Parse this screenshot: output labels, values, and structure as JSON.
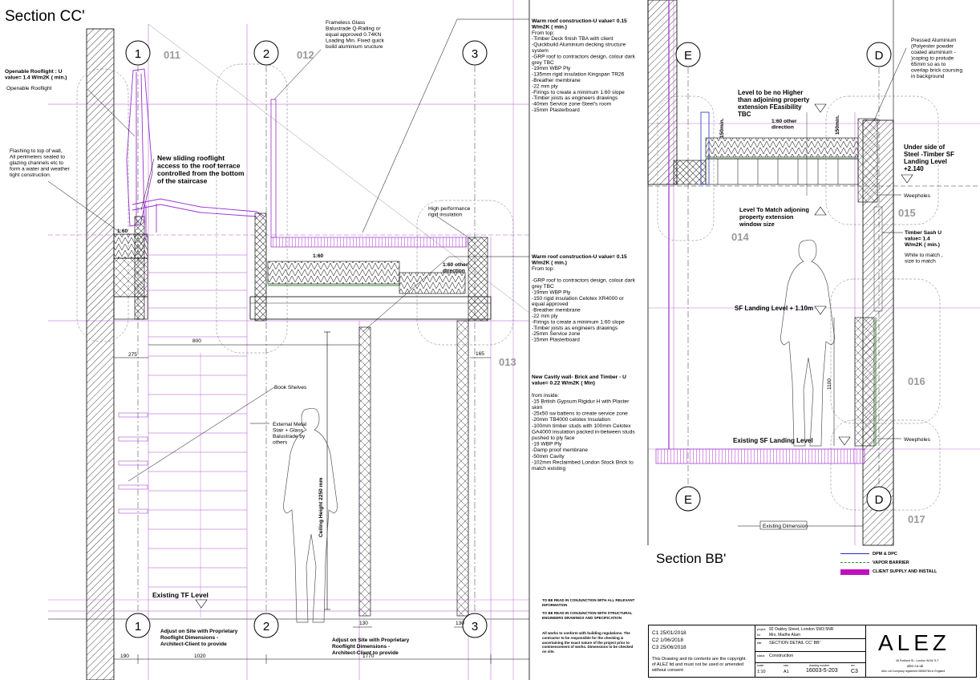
{
  "sections": {
    "cc_title": "Section CC'",
    "bb_title": "Section BB'"
  },
  "grids": {
    "g1": "1",
    "g2": "2",
    "g3": "3",
    "gE": "E",
    "gD": "D"
  },
  "rooms": {
    "r011": "011",
    "r012": "012",
    "r013": "013",
    "r014": "014",
    "r015": "015",
    "r016": "016",
    "r017": "017"
  },
  "notes": {
    "openable_u": [
      "Openable Rooflight : U",
      "value= 1.4 W/m2K ( min.)"
    ],
    "openable_rooflight": "Openable Rooflight",
    "flashing": [
      "Flashing  to top of wall,",
      "All perimeters sealed to",
      "glazing channels etc to",
      "form a water and weather",
      "tight construction."
    ],
    "sliding": [
      "New sliding rooflight",
      "access to the roof terrace",
      "controlled from the bottom",
      "of the staircase"
    ],
    "balustrade": [
      "Frameless Glass",
      "Balustrade Q-Railing or",
      "equal approved 0.74KN",
      "Loading Min. Fixed quick",
      "build  aluminium sructure"
    ],
    "warm_roof_1": [
      "Warm roof construction-U value= 0.15",
      "W/m2K ( min.)",
      "From top:",
      "-Timber Deck finish TBA with client",
      "-Quickbuild Aluminium decking structure",
      "system",
      "-GRP roof to contractors design, colour dark",
      "grey TBC",
      "-19mm WBP Ply",
      "-135mm rigid insulation Kingspan TR26",
      "-Breather membrane",
      "-22 mm ply",
      "-Firings to create a minimum 1:60 slope",
      "-Timber joists as engineers drawings",
      "-40mm Service zone-Steel's room",
      "-15mm Plasterboard"
    ],
    "high_perf": [
      "High performance",
      "rigid insulation"
    ],
    "slope_160": "1:60",
    "slope_other_a": [
      "1:60 other",
      "direction"
    ],
    "warm_roof_2": [
      "Warm roof construction-U value= 0.15",
      "W/m2K ( min.)",
      "From top:",
      "",
      "-GRP roof to contractors design, colour dark",
      "grey TBC",
      "-19mm WBP Ply",
      "-150 rigid insulation Celotex XR4000 or",
      "equal approved",
      "-Breather membrane",
      "-22 mm ply",
      "-Firings to create a minimum 1:60 slope",
      "-Timber joists as engineers drawings",
      "-25mm Service zone",
      "-15mm Plasterboard"
    ],
    "cavity_wall": [
      "New Cavity wall- Brick and Timber - U",
      "value= 0.22 W/m2K ( Min)",
      "",
      "from inside:",
      "-15 British Gypsum Rigidur H with Plaster",
      "skim",
      "-25x50 sw battens to create service  zone",
      "-20mm TB4000 celotex Insulation",
      "-100mm timber studs with 100mm Celotex",
      "GA4000  insulation packed in-between studs",
      "pushed to ply face",
      "-19 WBP Ply",
      "-Damp proof membrane",
      "-50mm Cavity",
      "-102mm Reclaimbed London Stock Brick to",
      "match existing"
    ],
    "book_shelves": "Book Shelves",
    "ext_stair": [
      "External Metal",
      "Stair + Glass",
      "Balustrade by",
      "others"
    ],
    "ceiling_height": "Ceiling Height 2250 mm",
    "existing_tf": "Existing TF Level",
    "adjust_1": [
      "Adjust on Site with Proprietary",
      "Rooflight Dimensions -",
      "Architect-Client to provide"
    ],
    "adjust_2": [
      "Adjust on Site with Proprietary",
      "Rooflight Dimensions -",
      "Architect-Client to provide"
    ],
    "level_no_higher": [
      "Level to be  no Higher",
      "than adjoining property",
      "extension  FEasibility",
      "TBC"
    ],
    "slope_other_b": [
      "1:60 other",
      "direction"
    ],
    "dim_150a": "150min.",
    "dim_150b": "150min.",
    "pressed_al": [
      "Pressed Aluminium",
      "(Polyester powder",
      "coated aluminium -",
      ")coping  to protude",
      "65mm so as to",
      "overlap brick coursing",
      "in background"
    ],
    "underside_steel": [
      "Under side of",
      "Steel -Timber SF",
      "Landing Level",
      "+2.140"
    ],
    "weepholes_1": "Weepholes",
    "level_match": [
      "Level To Match adjoning",
      "property extension",
      "window size"
    ],
    "timber_sash": [
      "Timber Sash U",
      "value= 1.4",
      "W/m2K ( min.)"
    ],
    "white_match": [
      "White to match ,",
      "size to match"
    ],
    "sf_landing": "SF Landing Level + 1.10m",
    "existing_sf": "Existing SF Landing Level",
    "weepholes_2": "Weepholes",
    "existing_dim": "Existing Dimension"
  },
  "dimensions": {
    "d275": "275",
    "d800": "800",
    "d165": "165",
    "d130a": "130",
    "d130b": "130",
    "d190": "190",
    "d1020": "1020",
    "d1770": "1770",
    "d1100": "1100"
  },
  "legend": {
    "items": [
      {
        "label": "DPM & DPC",
        "color": "#1f2fbf"
      },
      {
        "label": "VAPOR BARRIER",
        "color": "#2e8b2e"
      },
      {
        "label": "CLIENT SUPPLY AND INSTALL",
        "color": "#c010c0"
      }
    ]
  },
  "bottom_notes": {
    "n1": "TO BE READ IN CONJUNCTION WITH ALL RELEVANT INFORMATION",
    "n2": "TO BE READ IN CONJUNCTION WITH STRUCTURAL ENGINEERS DRAWINGS AND SPECIFICATION",
    "n3": "All works to conform with building regulations. The contractor to be responsible for the checking & ascertaining the exact nature of the project  prior to commencement of works. Dimensions to be checked on site."
  },
  "title_block": {
    "revisions": [
      "C1  25/01/2018",
      "C2  1/06/2018",
      "C3  25/06/2018"
    ],
    "copyright": [
      "This Drawing and its contents are the copyright",
      "of ALEZ ltd and must not be used or amended",
      "without consent"
    ],
    "project_label": "project",
    "project": "92 Oakley Street, London SW3 5NR",
    "client_label": "for",
    "client": "Mrs. Madhe Alam",
    "title_label": "title",
    "title": "SECTION DETAIL     CC' BB'",
    "status_label": "status",
    "status": "Construction",
    "scale_label": "scale",
    "scale": "1:10",
    "size_label": "size",
    "size": "A1",
    "drawing_label": "drawing number",
    "drawing_no": "16003-5-203",
    "rev_label": "rev",
    "rev": "C3",
    "logo": "ALEZ",
    "address": "46 Portland St - London W1W 7LT",
    "web": "alez.co.uk",
    "company": "Alez Ltd Company registered 08960784 in England"
  }
}
